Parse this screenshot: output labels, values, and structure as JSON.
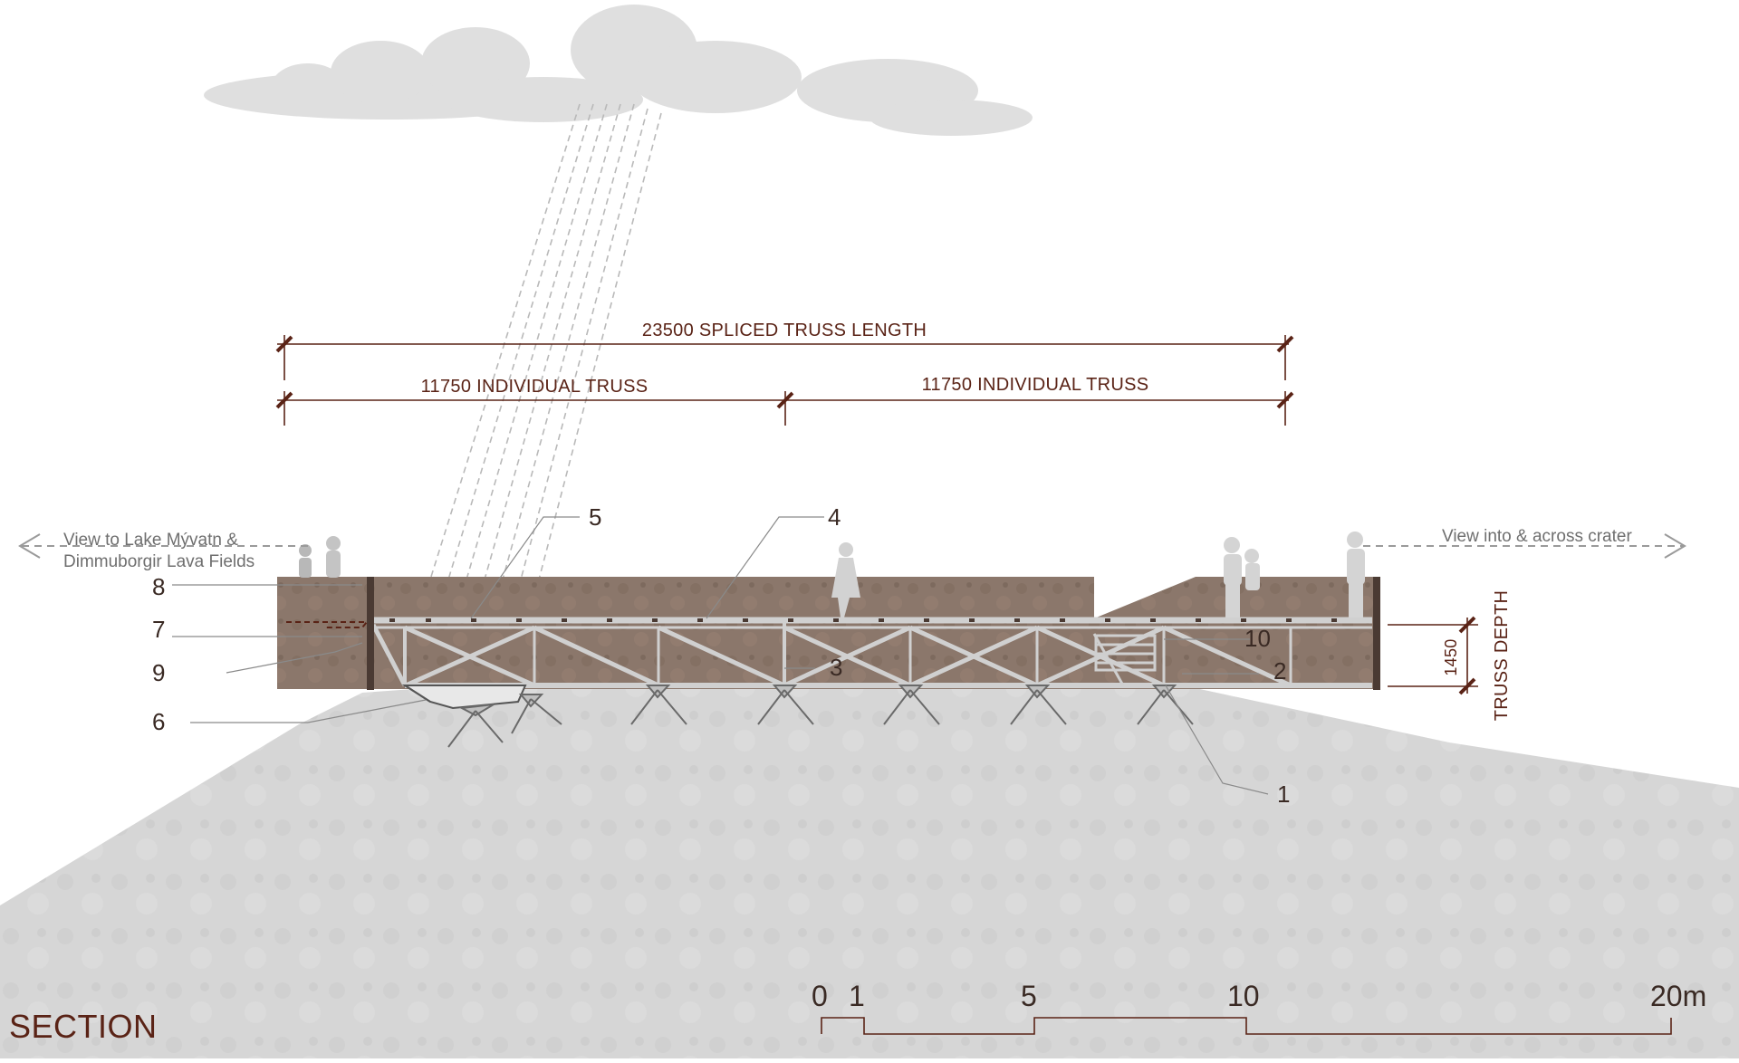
{
  "title": "SECTION",
  "dimensions": {
    "overall": "23500 SPLICED TRUSS LENGTH",
    "left_truss": "11750 INDIVIDUAL TRUSS",
    "right_truss": "11750 INDIVIDUAL TRUSS",
    "depth_value": "1450",
    "depth_label": "TRUSS DEPTH"
  },
  "views": {
    "left_line1": "View to Lake Mývatn &",
    "left_line2": "Dimmuborgir Lava Fields",
    "right": "View into & across crater"
  },
  "callouts": [
    "1",
    "2",
    "3",
    "4",
    "5",
    "6",
    "7",
    "8",
    "9",
    "10"
  ],
  "scale_bar": {
    "labels": [
      "0",
      "1",
      "5",
      "10",
      "20m"
    ]
  },
  "colors": {
    "dimension": "#5a2316",
    "earth": "#d8d8d8",
    "rust_panel": "#8a7468",
    "steel": "#c9c9c9"
  }
}
